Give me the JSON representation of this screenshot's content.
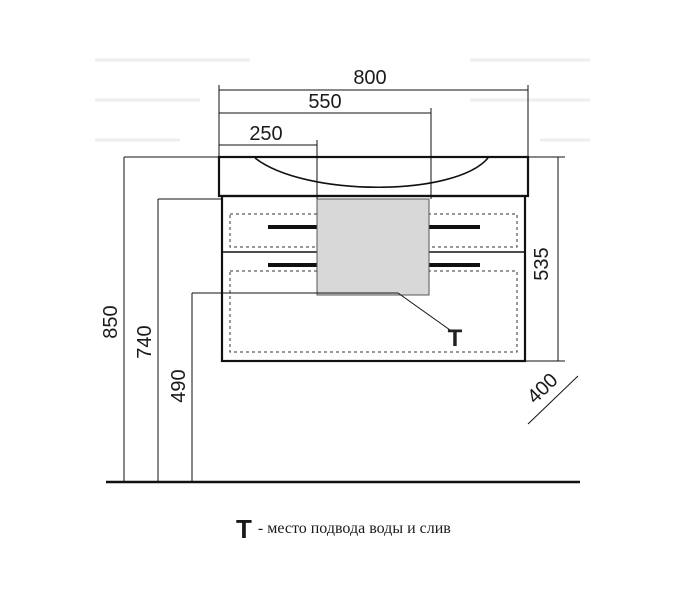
{
  "dimensions": {
    "width_total": "800",
    "width_550": "550",
    "width_250": "250",
    "height_535": "535",
    "height_850": "850",
    "height_740": "740",
    "height_490": "490",
    "depth_400": "400"
  },
  "marker": {
    "symbol": "T"
  },
  "legend": {
    "symbol": "T",
    "text": "- место подвода воды и слив"
  }
}
